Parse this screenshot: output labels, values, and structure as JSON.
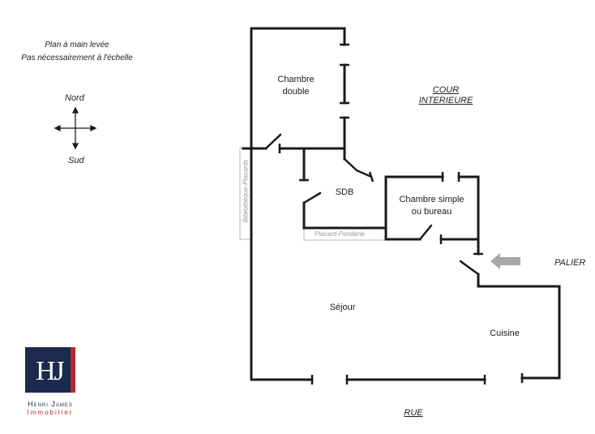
{
  "notes": {
    "line1": "Plan à main levée",
    "line2": "Pas nécessairement à l'échelle"
  },
  "compass": {
    "north": "Nord",
    "south": "Sud"
  },
  "rooms": {
    "chambre_double_1": "Chambre",
    "chambre_double_2": "double",
    "sdb": "SDB",
    "chambre_simple_1": "Chambre simple",
    "chambre_simple_2": "ou bureau",
    "sejour": "Séjour",
    "cuisine": "Cuisine"
  },
  "storage": {
    "bibliotheque": "Bibliothèque-Placards",
    "placard": "Placard-Penderie"
  },
  "outside": {
    "cour_1": "COUR",
    "cour_2": "INTERIEURE",
    "palier": "PALIER",
    "rue": "RUE"
  },
  "brand": {
    "monogram": "HJ",
    "name": "Henri James",
    "subtitle": "Immobilier",
    "colors": {
      "navy": "#1b2a4e",
      "red": "#b02a2a"
    }
  },
  "colors": {
    "walls": "#1a1a1a",
    "storage_outline": "#b5b5b5",
    "entry_arrow": "#a7a7a7"
  }
}
